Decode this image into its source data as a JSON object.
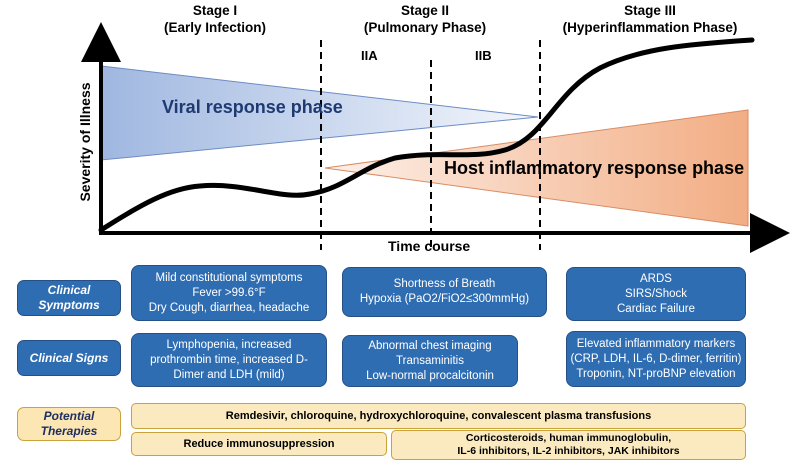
{
  "stages": [
    {
      "title": "Stage I",
      "subtitle": "(Early Infection)"
    },
    {
      "title": "Stage II",
      "subtitle": "(Pulmonary Phase)"
    },
    {
      "title": "Stage III",
      "subtitle": "(Hyperinflammation Phase)"
    }
  ],
  "substages": [
    "IIA",
    "IIB"
  ],
  "axes": {
    "y_label": "Severity of Illness",
    "x_label": "Time course"
  },
  "phases": {
    "viral": "Viral response phase",
    "host": "Host inflammatory response phase"
  },
  "colors": {
    "box_blue": "#2f6db3",
    "viral_phase": "#c8d7ef",
    "host_phase": "#f2ad84",
    "therapy_fill": "#fbeabf"
  },
  "rows": {
    "symptoms": {
      "label": "Clinical Symptoms",
      "stage1": [
        "Mild constitutional symptoms",
        "Fever >99.6°F",
        "Dry Cough, diarrhea, headache"
      ],
      "stage2": [
        "Shortness of Breath",
        "Hypoxia (PaO2/FiO2≤300mmHg)"
      ],
      "stage3": [
        "ARDS",
        "SIRS/Shock",
        "Cardiac Failure"
      ]
    },
    "signs": {
      "label": "Clinical Signs",
      "stage1": [
        "Lymphopenia, increased",
        "prothrombin time, increased D-",
        "Dimer and LDH (mild)"
      ],
      "stage2": [
        "Abnormal chest imaging",
        "Transaminitis",
        "Low-normal procalcitonin"
      ],
      "stage3": [
        "Elevated inflammatory markers",
        "(CRP, LDH, IL-6, D-dimer, ferritin)",
        "Troponin, NT-proBNP elevation"
      ]
    },
    "therapies": {
      "label": "Potential Therapies",
      "all": [
        "Remdesivir, chloroquine, hydroxychloroquine, convalescent plasma transfusions"
      ],
      "early": [
        "Reduce immunosuppression"
      ],
      "late": [
        "Corticosteroids, human immunoglobulin,",
        "IL-6 inhibitors, IL-2 inhibitors, JAK inhibitors"
      ]
    }
  }
}
